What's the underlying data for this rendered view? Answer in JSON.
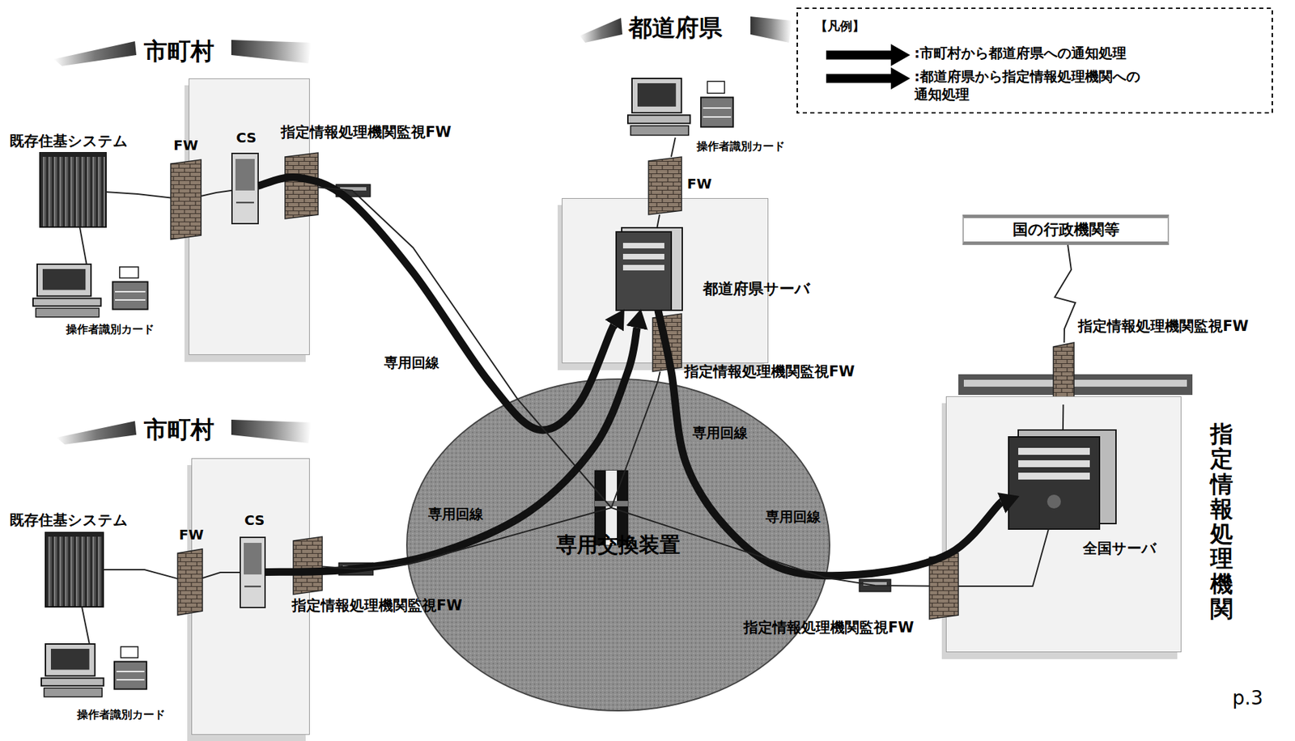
{
  "diagram": {
    "nodes": [
      {
        "text": [
          "市町村"
        ]
      },
      {
        "text": [
          "既存住基システム"
        ]
      },
      {
        "text": [
          "FW"
        ]
      },
      {
        "text": [
          "CS"
        ],
        "in": 0
      },
      {
        "text": [
          "指定情報処理機関監視FW"
        ]
      },
      {
        "text": [
          "操作者識別カード"
        ]
      },
      {
        "text": [
          "都道府県"
        ]
      },
      {
        "text": [
          "操作者識別カード"
        ]
      },
      {
        "text": [
          "FW"
        ]
      },
      {
        "text": [
          "都道府県サーバ"
        ],
        "in": 6
      },
      {
        "text": [
          "指定情報処理機関監視FW"
        ]
      },
      {
        "text": [
          "国の行政機関等"
        ]
      },
      {
        "text": [
          "指定情報処理機関監視FW"
        ]
      },
      {
        "text": [
          "指定情報処理機関"
        ]
      },
      {
        "text": [
          "全国サーバ"
        ],
        "in": 13
      },
      {
        "text": [
          "市町村"
        ]
      },
      {
        "text": [
          "既存住基システム"
        ]
      },
      {
        "text": [
          "FW"
        ]
      },
      {
        "text": [
          "CS"
        ],
        "in": 15
      },
      {
        "text": [
          "指定情報処理機関監視FW"
        ]
      },
      {
        "text": [
          "操作者識別カード"
        ]
      },
      {
        "text": [
          "専用交換装置"
        ]
      },
      {
        "text": [
          "指定情報処理機関監視FW"
        ]
      }
    ],
    "edges": [
      {
        "from": 1,
        "to": 2,
        "arrow": "none"
      },
      {
        "from": 2,
        "to": 3,
        "arrow": "none"
      },
      {
        "from": 1,
        "to": 5,
        "arrow": "none"
      },
      {
        "from": 3,
        "to": 9,
        "arrow": "to"
      },
      {
        "from": 4,
        "to": 21,
        "label": "専用回線",
        "arrow": "none"
      },
      {
        "from": 7,
        "to": 8,
        "arrow": "none"
      },
      {
        "from": 8,
        "to": 9,
        "arrow": "none"
      },
      {
        "from": 9,
        "to": 10,
        "arrow": "none"
      },
      {
        "from": 10,
        "to": 21,
        "label": "専用回線",
        "arrow": "none"
      },
      {
        "from": 9,
        "to": 14,
        "arrow": "to"
      },
      {
        "from": 11,
        "to": 12,
        "arrow": "none"
      },
      {
        "from": 12,
        "to": 14,
        "arrow": "none"
      },
      {
        "from": 16,
        "to": 17,
        "arrow": "none"
      },
      {
        "from": 17,
        "to": 18,
        "arrow": "none"
      },
      {
        "from": 16,
        "to": 20,
        "arrow": "none"
      },
      {
        "from": 18,
        "to": 9,
        "arrow": "to"
      },
      {
        "from": 19,
        "to": 21,
        "label": "専用回線",
        "arrow": "none"
      },
      {
        "from": 21,
        "to": 22,
        "label": "専用回線",
        "arrow": "none"
      },
      {
        "from": 22,
        "to": 14,
        "arrow": "none"
      }
    ],
    "labels": [
      "【凡例】",
      "p.3"
    ],
    "legend": [
      {
        "text": ":市町村から都道府県への通知処理"
      },
      {
        "text": ":都道府県から指定情報処理機関への 通知処理"
      }
    ]
  }
}
